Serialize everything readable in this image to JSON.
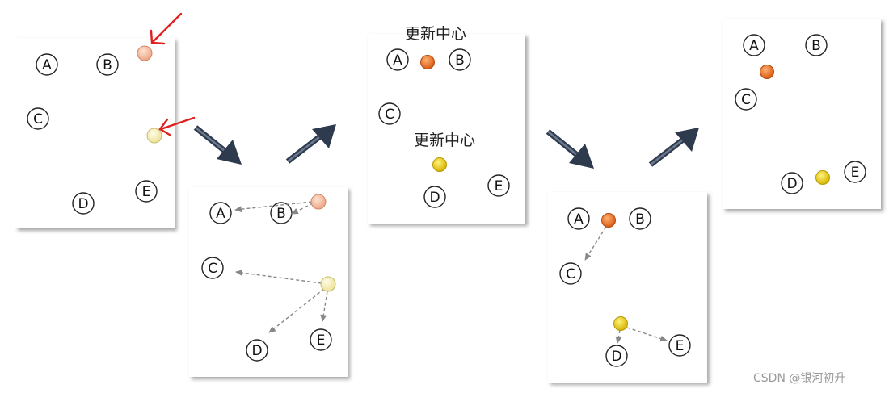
{
  "title": "",
  "panel_1": {
    "labels": {
      "A": "A",
      "B": "B",
      "C": "C",
      "D": "D",
      "E": "E"
    }
  },
  "panel_2": {
    "labels": {
      "A": "A",
      "B": "B",
      "C": "C",
      "D": "D",
      "E": "E"
    }
  },
  "panel_3": {
    "caption_top": "更新中心",
    "caption_mid": "更新中心",
    "labels": {
      "A": "A",
      "B": "B",
      "C": "C",
      "D": "D",
      "E": "E"
    }
  },
  "panel_4": {
    "labels": {
      "A": "A",
      "B": "B",
      "C": "C",
      "D": "D",
      "E": "E"
    }
  },
  "panel_5": {
    "labels": {
      "A": "A",
      "B": "B",
      "C": "C",
      "D": "D",
      "E": "E"
    }
  },
  "colors": {
    "centroid_1_light": "#f2c2a6",
    "centroid_2_light": "#f7f0b8",
    "centroid_1": "#e8742a",
    "centroid_2": "#e6cc1c",
    "pointer_arrow": "#e02020",
    "flow_arrow": "#2e3a4d",
    "dashed_arrow": "#888888"
  },
  "watermark": "CSDN @银河初升"
}
